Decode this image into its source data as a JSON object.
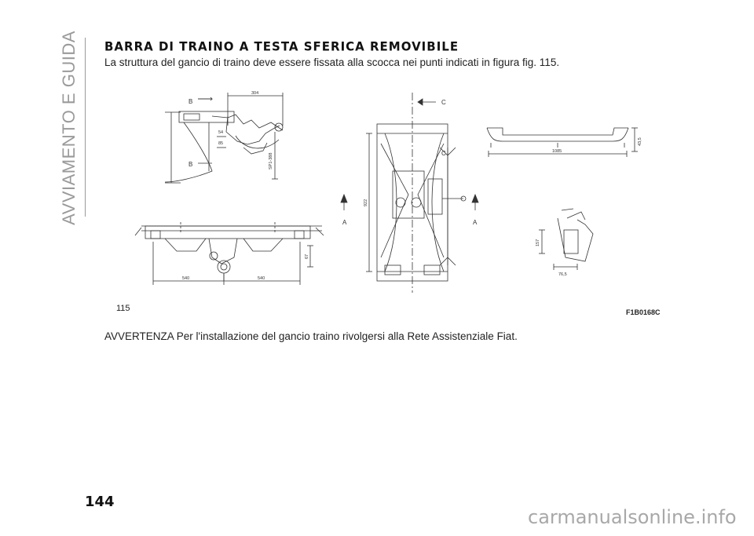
{
  "sidebar": {
    "section_title": "AVVIAMENTO E GUIDA"
  },
  "section": {
    "heading": "BARRA DI TRAINO A TESTA SFERICA REMOVIBILE",
    "intro": "La struttura del gancio di traino deve essere fissata alla scocca nei punti indicati in figura fig. 115."
  },
  "figure": {
    "number": "115",
    "code": "F1B0168C",
    "labels": {
      "b_top": "B",
      "b_bottom": "B",
      "a_left": "A",
      "a_right": "A",
      "c_top": "C",
      "c_mid": "C"
    },
    "dimensions": {
      "d304": "304",
      "d54": "54",
      "d85": "85",
      "d_vert": "SP1-388",
      "d540_left": "540",
      "d540_right": "540",
      "d67": "67",
      "d922": "922",
      "d1085": "1085",
      "d43_5": "43,5",
      "d157": "157",
      "d76_5": "76,5"
    }
  },
  "warning": "AVVERTENZA Per l'installazione del gancio traino rivolgersi alla Rete Assistenziale Fiat.",
  "page_number": "144",
  "watermark": "carmanualsonline.info"
}
